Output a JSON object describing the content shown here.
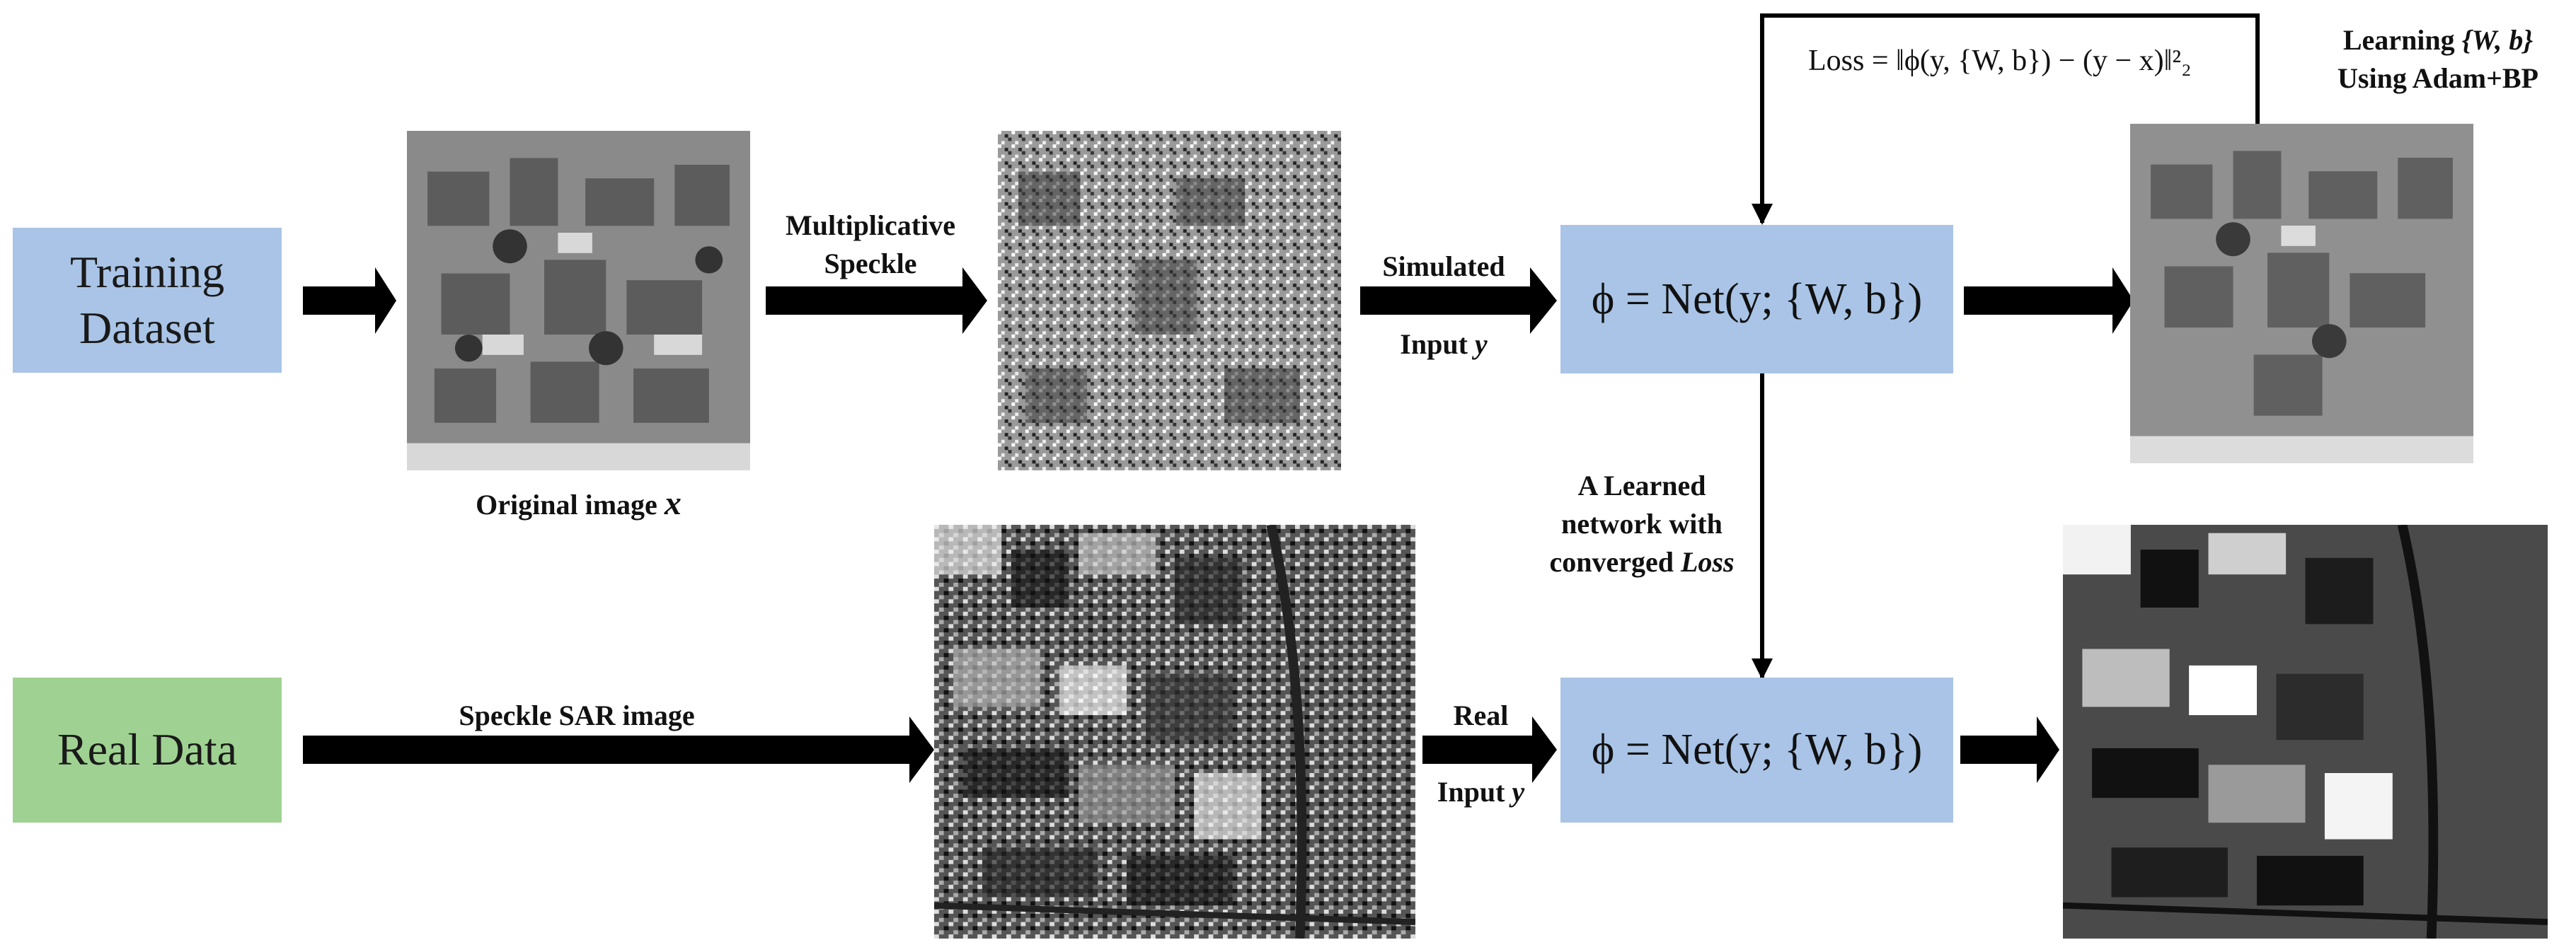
{
  "boxes": {
    "training": "Training\nDataset",
    "real": "Real Data",
    "net_top": "ϕ = Net(y; {W, b})",
    "net_bottom": "ϕ = Net(y; {W, b})"
  },
  "labels": {
    "multiplicative": "Multiplicative\nSpeckle",
    "original_prefix": "Original image ",
    "original_var": "x",
    "simulated": "Simulated",
    "input_y_top_prefix": "Input ",
    "input_y_top_var": "y",
    "learning_prefix": "Learning ",
    "learning_set": "{W, b}",
    "learning_suffix": "Using Adam+BP",
    "learned_line1": "A Learned",
    "learned_line2": "network with",
    "learned_line3_prefix": "converged ",
    "learned_line3_var": "Loss",
    "speckle_sar": "Speckle SAR image",
    "real": "Real",
    "input_y_bottom_prefix": "Input ",
    "input_y_bottom_var": "y",
    "loss_formula": "Loss = ‖ϕ(y, {W, b}) − (y − x)‖²₂"
  },
  "images": {
    "original": "aerial-residential-photo",
    "speckled": "speckled-aerial-photo",
    "despeckled": "despeckled-aerial-photo",
    "sar": "sar-agricultural-fields",
    "sar_result": "despeckled-sar-fields"
  }
}
